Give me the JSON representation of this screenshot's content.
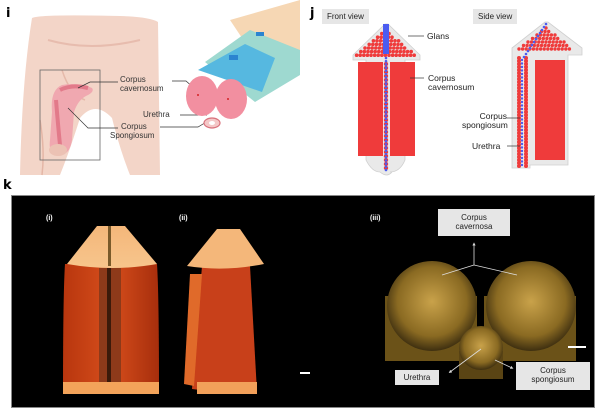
{
  "panels": {
    "i": {
      "letter": "i",
      "labels": {
        "corpus_cavernosum_1": "Corpus",
        "corpus_cavernosum_2": "cavernosum",
        "urethra": "Urethra",
        "corpus_spongiosum_1": "Corpus",
        "corpus_spongiosum_2": "Spongiosum"
      }
    },
    "j": {
      "letter": "j",
      "front_view": "Front view",
      "side_view": "Side view",
      "labels": {
        "glans": "Glans",
        "corpus_cavernosum_1": "Corpus",
        "corpus_cavernosum_2": "cavernosum",
        "corpus_spongiosum_1": "Corpus",
        "corpus_spongiosum_2": "spongiosum",
        "urethra": "Urethra"
      },
      "colors": {
        "tissue": "#ef3b3b",
        "urethra": "#4b5cf0",
        "shell": "#e4e4e4"
      }
    },
    "k": {
      "letter": "k",
      "sub_i": "(i)",
      "sub_ii": "(ii)",
      "sub_iii": "(iii)",
      "boxes": {
        "corpus_cavernosa_1": "Corpus",
        "corpus_cavernosa_2": "cavernosa",
        "urethra": "Urethra",
        "corpus_spongiosum_1": "Corpus",
        "corpus_spongiosum_2": "spongiosum"
      }
    }
  }
}
